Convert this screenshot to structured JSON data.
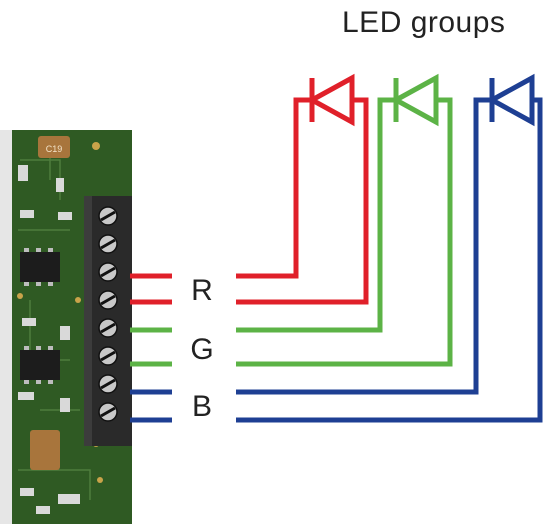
{
  "title": "LED groups",
  "board": {
    "component_label": "C19",
    "terminal_count": 8
  },
  "channels": [
    {
      "label": "R",
      "color": "#e0202a"
    },
    {
      "label": "G",
      "color": "#5cb346"
    },
    {
      "label": "B",
      "color": "#1e3f93"
    }
  ],
  "colors": {
    "pcb_green": "#2f5a23",
    "pcb_dark": "#1f3c18",
    "terminal_block": "#2a2a2a",
    "screw": "#c8c8c8"
  }
}
